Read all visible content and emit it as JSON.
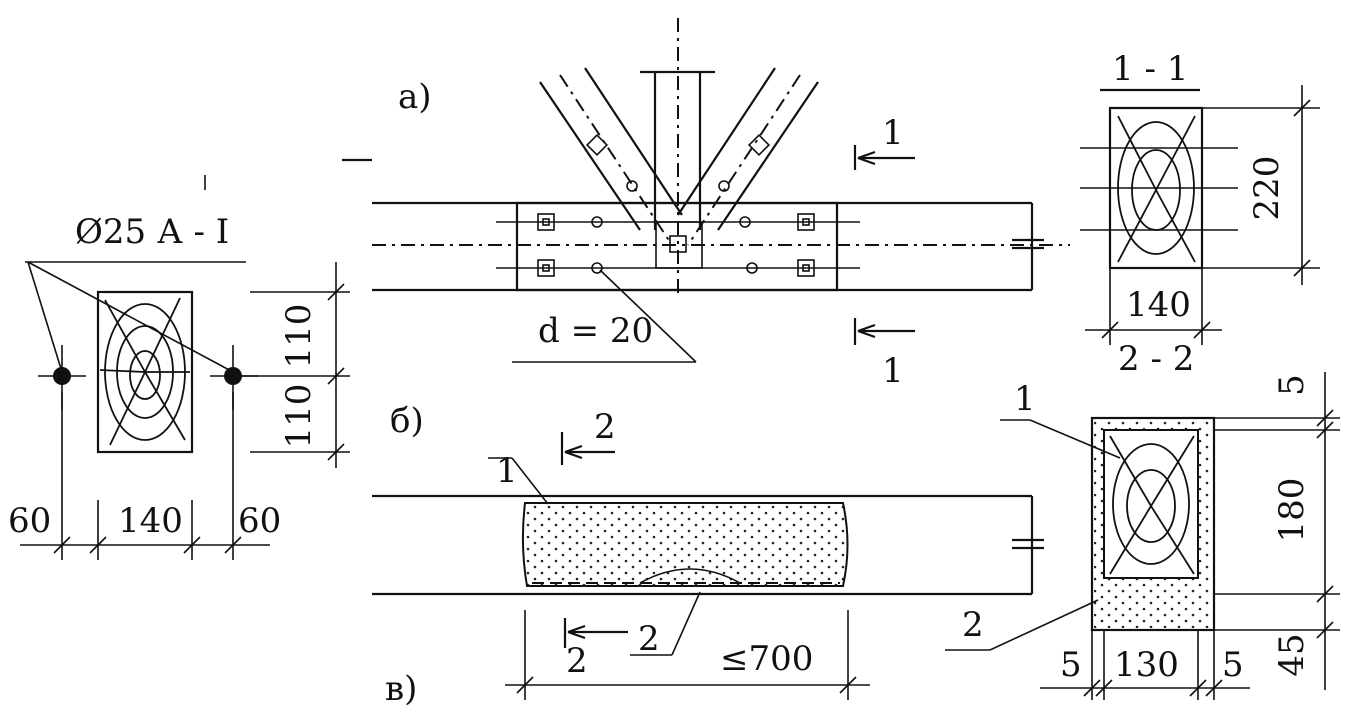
{
  "labels": {
    "variant_a": "а)",
    "variant_b": "б)",
    "variant_v": "в)",
    "rebar": "Ø25 А - I",
    "bolt_diam": "d = 20",
    "section_11": "1 - 1",
    "section_22": "2 - 2",
    "cut_1": "1",
    "cut_2": "2",
    "callout_1": "1",
    "callout_2": "2"
  },
  "dimensions": {
    "left_60_a": "60",
    "left_140": "140",
    "left_60_b": "60",
    "left_110_top": "110",
    "left_110_bottom": "110",
    "s11_height": "220",
    "s11_width": "140",
    "s22_top": "5",
    "s22_height": "180",
    "s22_bottom": "45",
    "s22_left": "5",
    "s22_width": "130",
    "s22_right": "5",
    "span_700": "≤700"
  }
}
